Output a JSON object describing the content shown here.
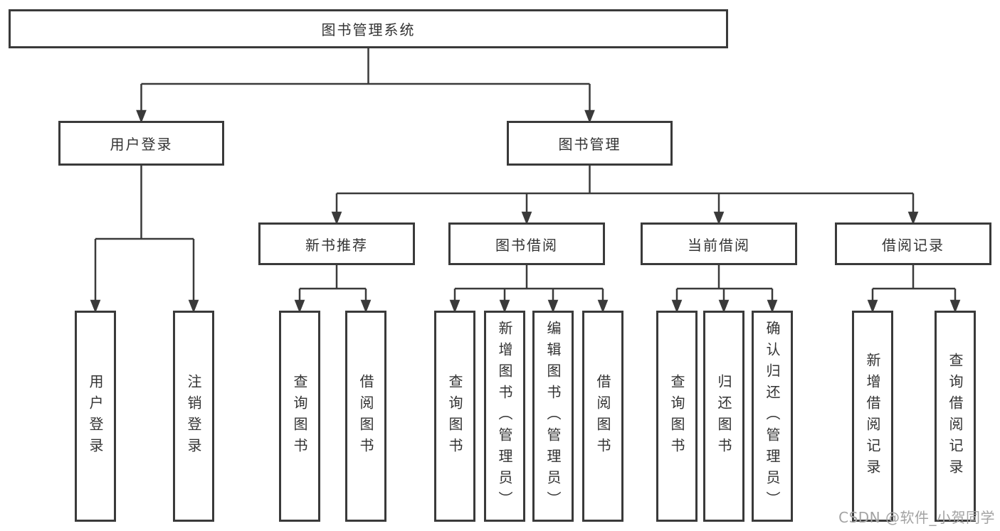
{
  "diagram": {
    "root": "图书管理系统",
    "level2": {
      "user_login": {
        "label": "用户登录"
      },
      "book_mgmt": {
        "label": "图书管理"
      }
    },
    "level3": {
      "new_books": {
        "label": "新书推荐"
      },
      "borrowing": {
        "label": "图书借阅"
      },
      "current": {
        "label": "当前借阅"
      },
      "records": {
        "label": "借阅记录"
      }
    },
    "level4": {
      "user_login_children": [
        "用户登录",
        "注销登录"
      ],
      "new_books_children": [
        "查询图书",
        "借阅图书"
      ],
      "borrowing_children": [
        "查询图书",
        "新增图书（管理员）",
        "编辑图书（管理员）",
        "借阅图书"
      ],
      "current_children": [
        "查询图书",
        "归还图书",
        "确认归还（管理员）"
      ],
      "records_children": [
        "新增借阅记录",
        "查询借阅记录"
      ]
    }
  },
  "watermark": {
    "brand": "CSDN @软件_小贺同学"
  },
  "colors": {
    "line": "#3a3a3a",
    "text": "#333333",
    "box_background": "#ffffff",
    "watermark": "#a3a3a3",
    "background": "#ffffff"
  }
}
